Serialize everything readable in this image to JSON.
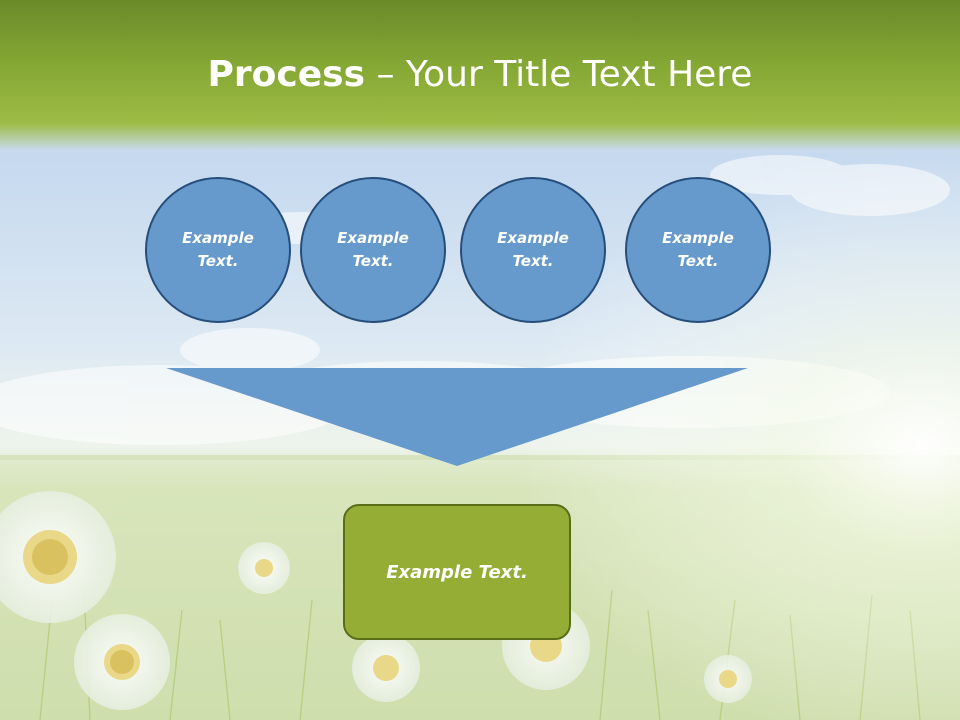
{
  "title": {
    "bold": "Process",
    "separator": " – ",
    "rest": "Your Title Text Here"
  },
  "circles": [
    {
      "text": "Example Text."
    },
    {
      "text": "Example Text."
    },
    {
      "text": "Example Text."
    },
    {
      "text": "Example Text."
    }
  ],
  "result": {
    "text": "Example Text."
  },
  "colors": {
    "circle_fill": "#6699cc",
    "circle_border": "#274e7a",
    "funnel_fill": "#6699cc",
    "box_fill": "#95ac35",
    "box_border": "#5a6e1a",
    "title_band": "#86a834"
  }
}
